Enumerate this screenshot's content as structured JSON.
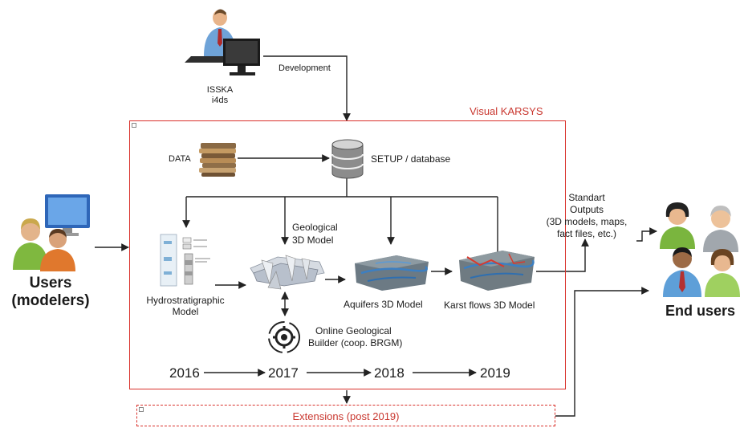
{
  "developer": {
    "label": "Development",
    "org_line1": "ISSKA",
    "org_line2": "i4ds"
  },
  "system": {
    "title": "Visual KARSYS",
    "data_label": "DATA",
    "setup_label": "SETUP / database",
    "geo_model_line1": "Geological",
    "geo_model_line2": "3D Model",
    "hydro_line1": "Hydrostratigraphic",
    "hydro_line2": "Model",
    "aquifers_label": "Aquifers 3D Model",
    "karst_label": "Karst flows 3D Model",
    "builder_line1": "Online Geological",
    "builder_line2": "Builder (coop. BRGM)",
    "timeline": [
      "2016",
      "2017",
      "2018",
      "2019"
    ]
  },
  "outputs": {
    "line1": "Standart",
    "line2": "Outputs",
    "line3": "(3D models, maps,",
    "line4": "fact files, etc.)"
  },
  "users": {
    "line1": "Users",
    "line2": "(modelers)"
  },
  "end_users": {
    "label": "End users"
  },
  "extensions": {
    "label": "Extensions (post 2019)"
  },
  "colors": {
    "frame": "#d9312b",
    "arrow": "#222222"
  }
}
